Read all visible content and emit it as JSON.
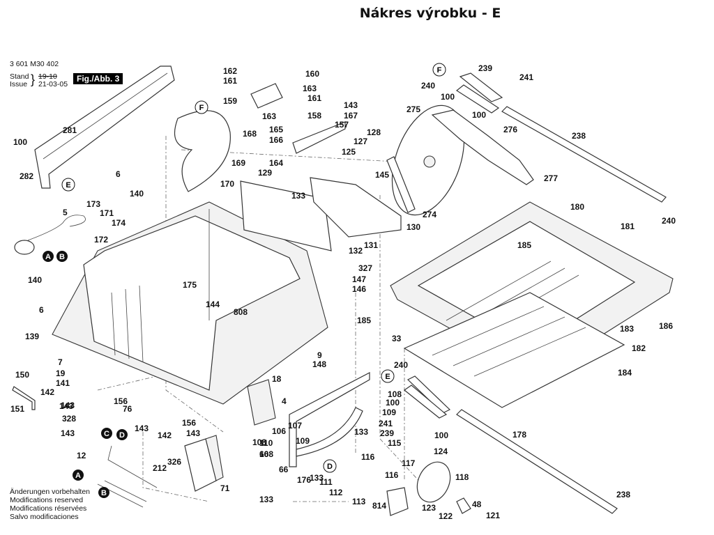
{
  "header": {
    "title": "Nákres výrobku - E",
    "part_number": "3 601 M30 402",
    "stand_label": "Stand",
    "issue_label": "Issue",
    "stand_value_struck": "19-10",
    "issue_value": "21-03-05",
    "figure": "Fig./Abb. 3"
  },
  "notes": [
    "Änderungen vorbehalten",
    "Modifications reserved",
    "Modifications réservées",
    "Salvo modificaciones"
  ],
  "reference_markers": [
    {
      "letter": "F",
      "filled": false,
      "near": "saw-blade-guard"
    },
    {
      "letter": "E",
      "filled": false,
      "near": "fence-281"
    },
    {
      "letter": "F",
      "filled": false,
      "near": "rail-clip-240-top"
    },
    {
      "letter": "A",
      "filled": true,
      "near": "power-cord"
    },
    {
      "letter": "B",
      "filled": true,
      "near": "power-cord"
    },
    {
      "letter": "C",
      "filled": true,
      "near": "cable-212"
    },
    {
      "letter": "D",
      "filled": true,
      "near": "cable-212"
    },
    {
      "letter": "A",
      "filled": true,
      "near": "cable-bottom"
    },
    {
      "letter": "B",
      "filled": true,
      "near": "cable-bottom"
    },
    {
      "letter": "E",
      "filled": false,
      "near": "rail-clip-240-bottom"
    },
    {
      "letter": "D",
      "filled": false,
      "near": "bearing-110"
    }
  ],
  "part_labels": [
    "162",
    "161",
    "160",
    "163",
    "161",
    "159",
    "143",
    "163",
    "158",
    "167",
    "157",
    "165",
    "166",
    "128",
    "127",
    "125",
    "164",
    "145",
    "168",
    "169",
    "170",
    "129",
    "133",
    "281",
    "100",
    "282",
    "6",
    "140",
    "5",
    "173",
    "171",
    "174",
    "172",
    "275",
    "239",
    "241",
    "240",
    "100",
    "100",
    "276",
    "238",
    "277",
    "274",
    "130",
    "132",
    "131",
    "180",
    "181",
    "185",
    "240",
    "327",
    "147",
    "146",
    "185",
    "186",
    "183",
    "33",
    "182",
    "184",
    "140",
    "175",
    "144",
    "808",
    "6",
    "139",
    "9",
    "148",
    "7",
    "19",
    "141",
    "142",
    "150",
    "156",
    "143",
    "76",
    "151",
    "143",
    "328",
    "143",
    "143",
    "142",
    "156",
    "143",
    "18",
    "4",
    "106",
    "107",
    "108",
    "66",
    "109",
    "133",
    "240",
    "108",
    "100",
    "109",
    "241",
    "239",
    "100",
    "133",
    "116",
    "115",
    "117",
    "116",
    "124",
    "118",
    "48",
    "121",
    "122",
    "123",
    "814",
    "113",
    "112",
    "111",
    "110",
    "108",
    "66",
    "176",
    "133",
    "12",
    "212",
    "326",
    "71",
    "178",
    "238",
    "240"
  ]
}
